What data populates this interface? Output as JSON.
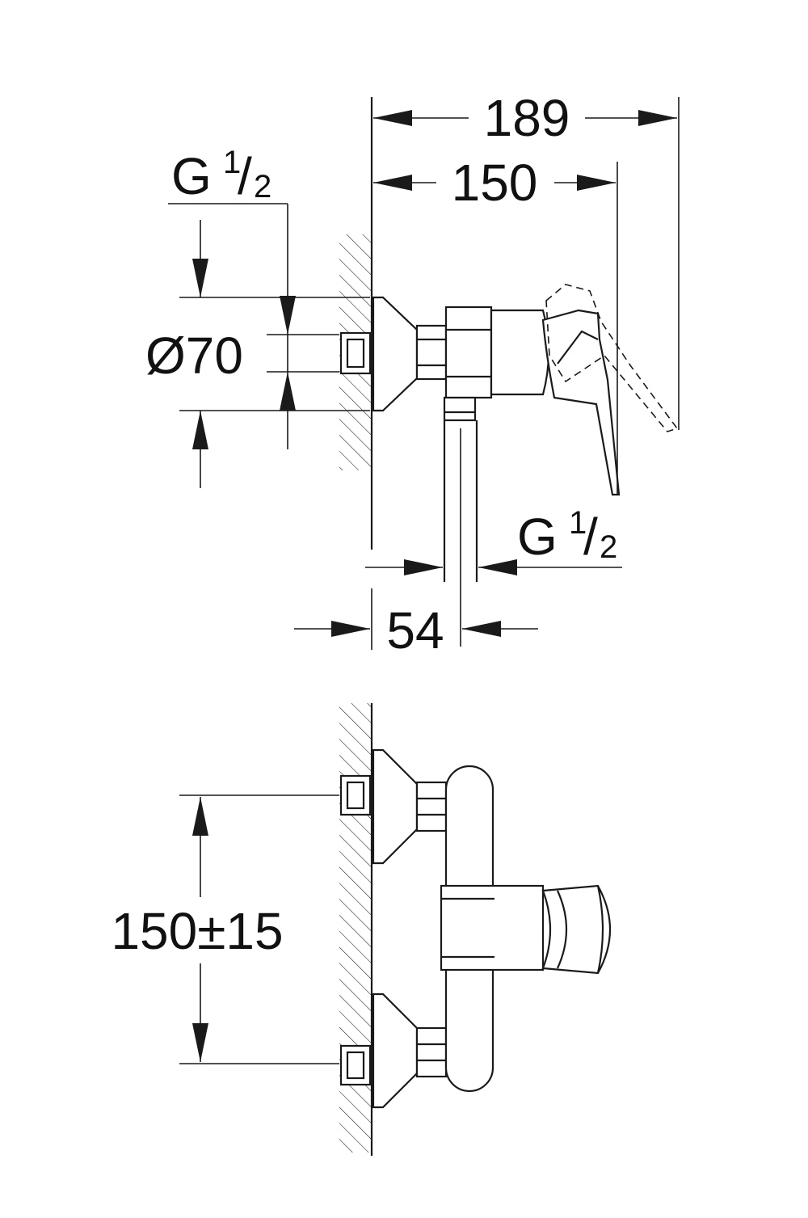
{
  "dimensions": {
    "overall_depth": "189",
    "handle_depth": "150",
    "inlet_thread_top": {
      "letter": "G",
      "numerator": "1",
      "denominator": "2"
    },
    "rosette_diameter": "Ø70",
    "outlet_thread": {
      "letter": "G",
      "numerator": "1",
      "denominator": "2"
    },
    "outlet_offset": "54",
    "inlet_spacing": "150±15"
  },
  "colors": {
    "line": "#1a1a1a",
    "background": "#ffffff"
  }
}
